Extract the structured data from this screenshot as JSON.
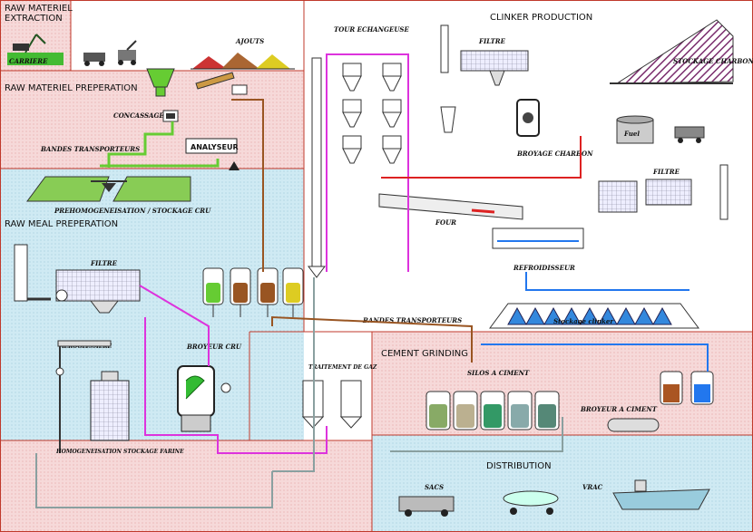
{
  "zones": {
    "raw_extraction": "RAW MATERIEL\nEXTRACTION",
    "raw_preparation": "RAW MATERIEL PREPERATION",
    "raw_meal": "RAW MEAL PREPERATION",
    "clinker": "CLINKER PRODUCTION",
    "cement_grinding": "CEMENT GRINDING",
    "distribution": "DISTRIBUTION"
  },
  "labels": {
    "carriere": "CARRIERE",
    "ajouts": "AJOUTS",
    "concassage": "CONCASSAGE",
    "bandes_top": "BANDES TRANSPORTEURS",
    "analyseur": "ANALYSEUR",
    "prehomog": "PREHOMOGENEISATION / STOCKAGE CRU",
    "tour": "TOUR ECHANGEUSE",
    "filtre_top": "FILTRE",
    "stockage_charbon": "STOCKAGE CHARBON",
    "fuel": "Fuel",
    "broyage_charbon": "BROYAGE CHARBON",
    "filtre_right": "FILTRE",
    "four": "FOUR",
    "refroidisseur": "REFROIDISSEUR",
    "bandes_mid": "BANDES TRANSPORTEURS",
    "stockage_clinker": "Stockage clinker",
    "filtre_left": "FILTRE",
    "broyeur_cru": "BROYEUR CRU",
    "homogeneisation": "HOMOGENEISATION STOCKAGE FARINE",
    "traitement_gaz": "TRAITEMENT DE GAZ",
    "silos_ciment": "SILOS A CIMENT",
    "broyeur_ciment": "BROYEUR A CIMENT",
    "sacs": "SACS",
    "vrac": "VRAC",
    "elevateur": "AEROGLISSIERE"
  },
  "colors": {
    "extraction_bg": "#f6d9d9",
    "preparation_bg": "#f6d9d9",
    "rawmeal_bg": "#cfeaf3",
    "clinker_bg": "#ffffff",
    "cement_bg": "#f6d9d9",
    "distribution_bg": "#cfeaf3",
    "zone_border": "#c0392b",
    "conveyor_green": "#66cc33",
    "pipe_magenta": "#dd33dd",
    "pipe_gray": "#8aa0a0",
    "pipe_blue": "#2277ee",
    "pipe_brown": "#995522",
    "pipe_red": "#dd2222"
  }
}
